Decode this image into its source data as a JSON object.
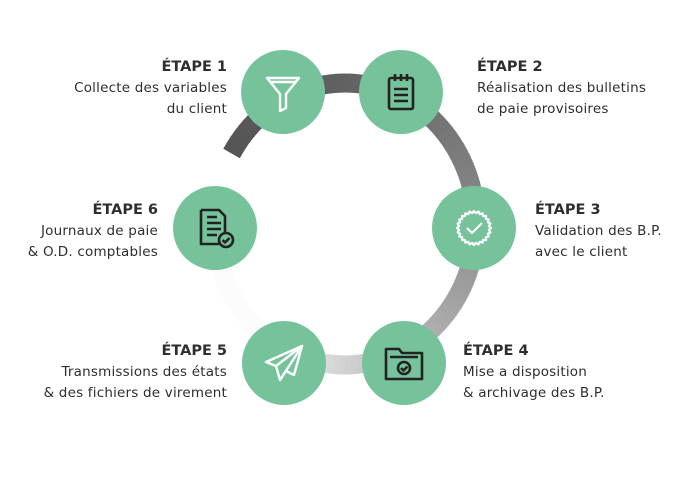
{
  "colors": {
    "accent": "#76c39b",
    "text": "#2e2e2e",
    "ring_dark": "#555555"
  },
  "steps": [
    {
      "title": "ÉTAPE 1",
      "lines": [
        "Collecte des variables",
        "du client"
      ],
      "icon": "funnel-icon"
    },
    {
      "title": "ÉTAPE 2",
      "lines": [
        "Réalisation des bulletins",
        "de paie provisoires"
      ],
      "icon": "notepad-icon"
    },
    {
      "title": "ÉTAPE 3",
      "lines": [
        "Validation des B.P.",
        "avec le client"
      ],
      "icon": "badge-check-icon"
    },
    {
      "title": "ÉTAPE 4",
      "lines": [
        "Mise a disposition",
        "& archivage des B.P."
      ],
      "icon": "folder-check-icon"
    },
    {
      "title": "ÉTAPE 5",
      "lines": [
        "Transmissions des états",
        "& des fichiers de virement"
      ],
      "icon": "paper-plane-icon"
    },
    {
      "title": "ÉTAPE 6",
      "lines": [
        "Journaux de paie",
        "& O.D. comptables"
      ],
      "icon": "document-check-icon"
    }
  ]
}
